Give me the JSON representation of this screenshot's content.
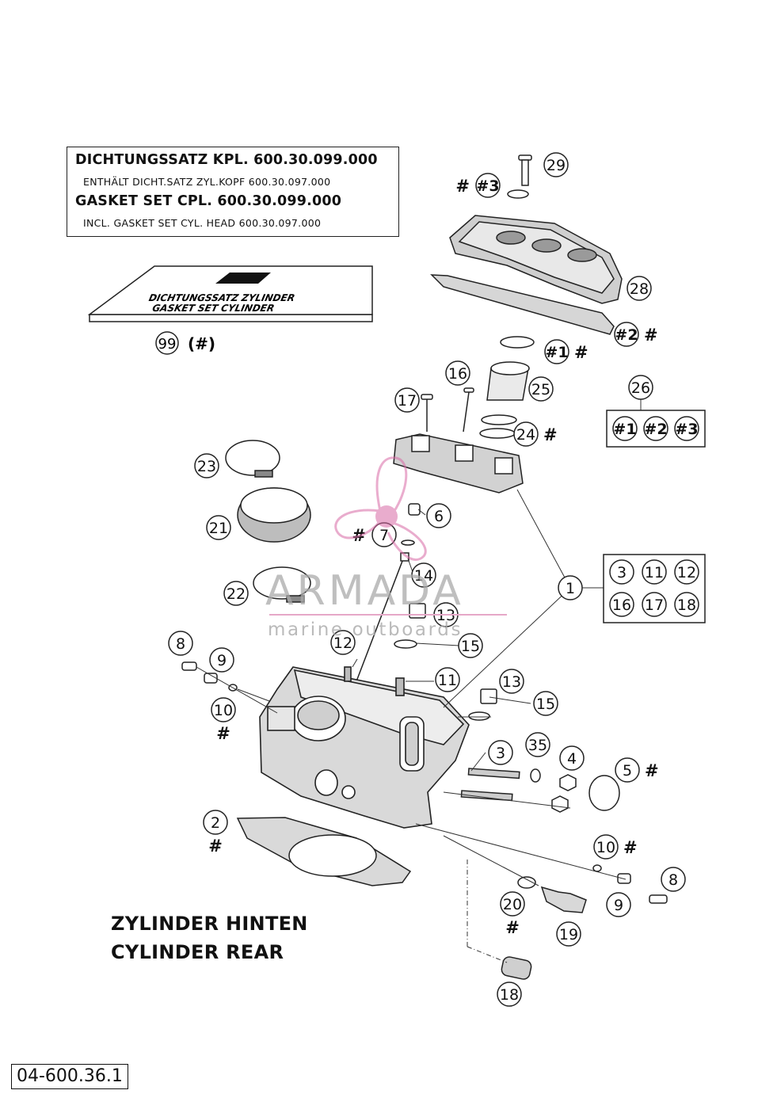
{
  "gasket_info": {
    "line1": "DICHTUNGSSATZ KPL.  600.30.099.000",
    "line2": "ENTHÄLT DICHT.SATZ ZYL.KOPF  600.30.097.000",
    "line3": "GASKET SET CPL.          600.30.099.000",
    "line4": "INCL. GASKET SET CYL. HEAD  600.30.097.000"
  },
  "gasket_package": {
    "label_de": "DICHTUNGSSATZ ZYLINDER",
    "label_en": "GASKET SET CYLINDER",
    "ref": "99",
    "ref_suffix": "(#)"
  },
  "caption": {
    "line1": "ZYLINDER HINTEN",
    "line2": "CYLINDER REAR"
  },
  "drawing_id": "04-600.36.1",
  "watermark": {
    "brand": "ARMADA",
    "tagline": "marine outboards"
  },
  "callouts": [
    {
      "id": "c29",
      "label": "29",
      "suffix": ""
    },
    {
      "id": "c3h",
      "label": "#3",
      "suffix": "#",
      "bold": true
    },
    {
      "id": "c28",
      "label": "28",
      "suffix": ""
    },
    {
      "id": "c2h",
      "label": "#2",
      "suffix": "#",
      "bold": true
    },
    {
      "id": "c1h",
      "label": "#1",
      "suffix": "#",
      "bold": true
    },
    {
      "id": "c25",
      "label": "25",
      "suffix": ""
    },
    {
      "id": "c26",
      "label": "26",
      "suffix": ""
    },
    {
      "id": "c16a",
      "label": "16",
      "suffix": ""
    },
    {
      "id": "c17a",
      "label": "17",
      "suffix": ""
    },
    {
      "id": "c24",
      "label": "24",
      "suffix": "#"
    },
    {
      "id": "c23",
      "label": "23",
      "suffix": ""
    },
    {
      "id": "c21",
      "label": "21",
      "suffix": ""
    },
    {
      "id": "c6",
      "label": "6",
      "suffix": ""
    },
    {
      "id": "c7",
      "label": "7",
      "suffix": "#"
    },
    {
      "id": "c22",
      "label": "22",
      "suffix": ""
    },
    {
      "id": "c14",
      "label": "14",
      "suffix": ""
    },
    {
      "id": "c1",
      "label": "1",
      "suffix": ""
    },
    {
      "id": "c13a",
      "label": "13",
      "suffix": ""
    },
    {
      "id": "c15a",
      "label": "15",
      "suffix": ""
    },
    {
      "id": "c8a",
      "label": "8",
      "suffix": ""
    },
    {
      "id": "c9a",
      "label": "9",
      "suffix": ""
    },
    {
      "id": "c12",
      "label": "12",
      "suffix": ""
    },
    {
      "id": "c11",
      "label": "11",
      "suffix": ""
    },
    {
      "id": "c10a",
      "label": "10",
      "suffix": "#"
    },
    {
      "id": "c13b",
      "label": "13",
      "suffix": ""
    },
    {
      "id": "c15b",
      "label": "15",
      "suffix": ""
    },
    {
      "id": "c35",
      "label": "35",
      "suffix": ""
    },
    {
      "id": "c3",
      "label": "3",
      "suffix": ""
    },
    {
      "id": "c4",
      "label": "4",
      "suffix": ""
    },
    {
      "id": "c5",
      "label": "5",
      "suffix": "#"
    },
    {
      "id": "c2",
      "label": "2",
      "suffix": "#"
    },
    {
      "id": "c10b",
      "label": "10",
      "suffix": "#"
    },
    {
      "id": "c8b",
      "label": "8",
      "suffix": ""
    },
    {
      "id": "c9b",
      "label": "9",
      "suffix": ""
    },
    {
      "id": "c20",
      "label": "20",
      "suffix": "#"
    },
    {
      "id": "c19",
      "label": "19",
      "suffix": ""
    },
    {
      "id": "c18",
      "label": "18",
      "suffix": ""
    }
  ],
  "kit_26": [
    "#1",
    "#2",
    "#3"
  ],
  "kit_1": [
    "3",
    "11",
    "12",
    "16",
    "17",
    "18"
  ]
}
